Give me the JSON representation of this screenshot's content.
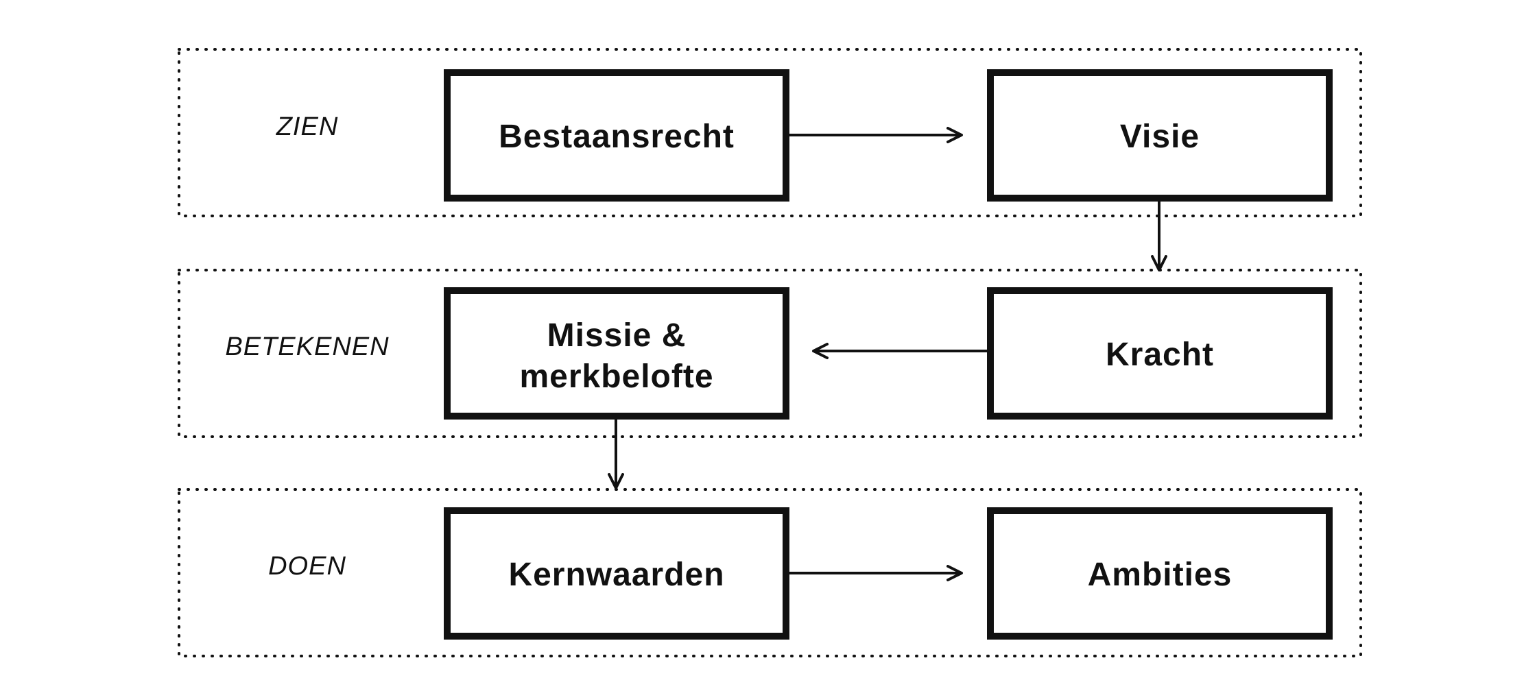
{
  "diagram": {
    "bands": [
      {
        "label": "ZIEN"
      },
      {
        "label": "BETEKENEN"
      },
      {
        "label": "DOEN"
      }
    ],
    "nodes": {
      "bestaansrecht": {
        "lines": [
          "Bestaansrecht"
        ]
      },
      "visie": {
        "lines": [
          "Visie"
        ]
      },
      "missie": {
        "lines": [
          "Missie &",
          "merkbelofte"
        ]
      },
      "kracht": {
        "lines": [
          "Kracht"
        ]
      },
      "kernwaarden": {
        "lines": [
          "Kernwaarden"
        ]
      },
      "ambities": {
        "lines": [
          "Ambities"
        ]
      }
    },
    "edges": [
      {
        "from": "bestaansrecht",
        "to": "visie"
      },
      {
        "from": "visie",
        "to": "kracht"
      },
      {
        "from": "kracht",
        "to": "missie"
      },
      {
        "from": "missie",
        "to": "kernwaarden"
      },
      {
        "from": "kernwaarden",
        "to": "ambities"
      }
    ],
    "colors": {
      "stroke": "#111111",
      "background": "#ffffff"
    }
  }
}
